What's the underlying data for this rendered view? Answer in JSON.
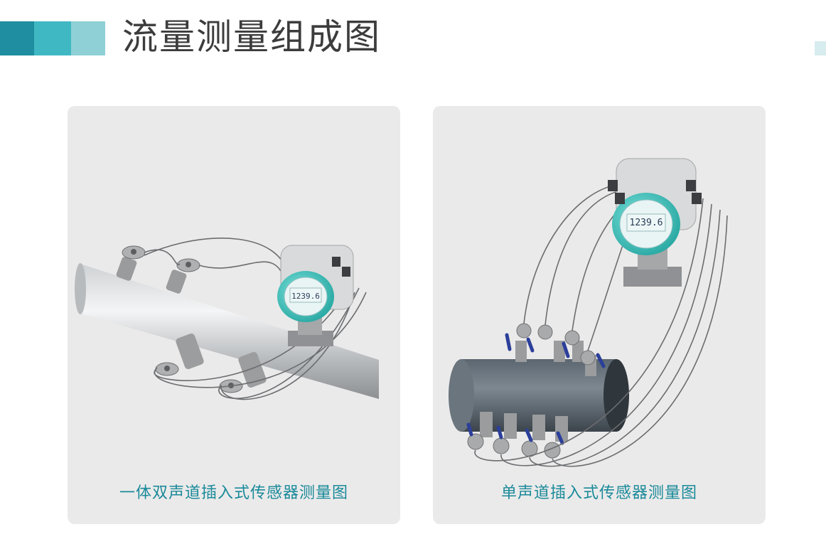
{
  "page": {
    "title": "流量测量组成图"
  },
  "panels": [
    {
      "caption": "一体双声道插入式传感器测量图",
      "display_value": "1239.6"
    },
    {
      "caption": "单声道插入式传感器测量图",
      "display_value": "1239.6"
    }
  ],
  "colors": {
    "brand_teal": "#1e8ea0",
    "caption_teal": "#1a8a9a",
    "meter_ring": "#3fc7c0",
    "valve_blue": "#2b3f9a"
  }
}
